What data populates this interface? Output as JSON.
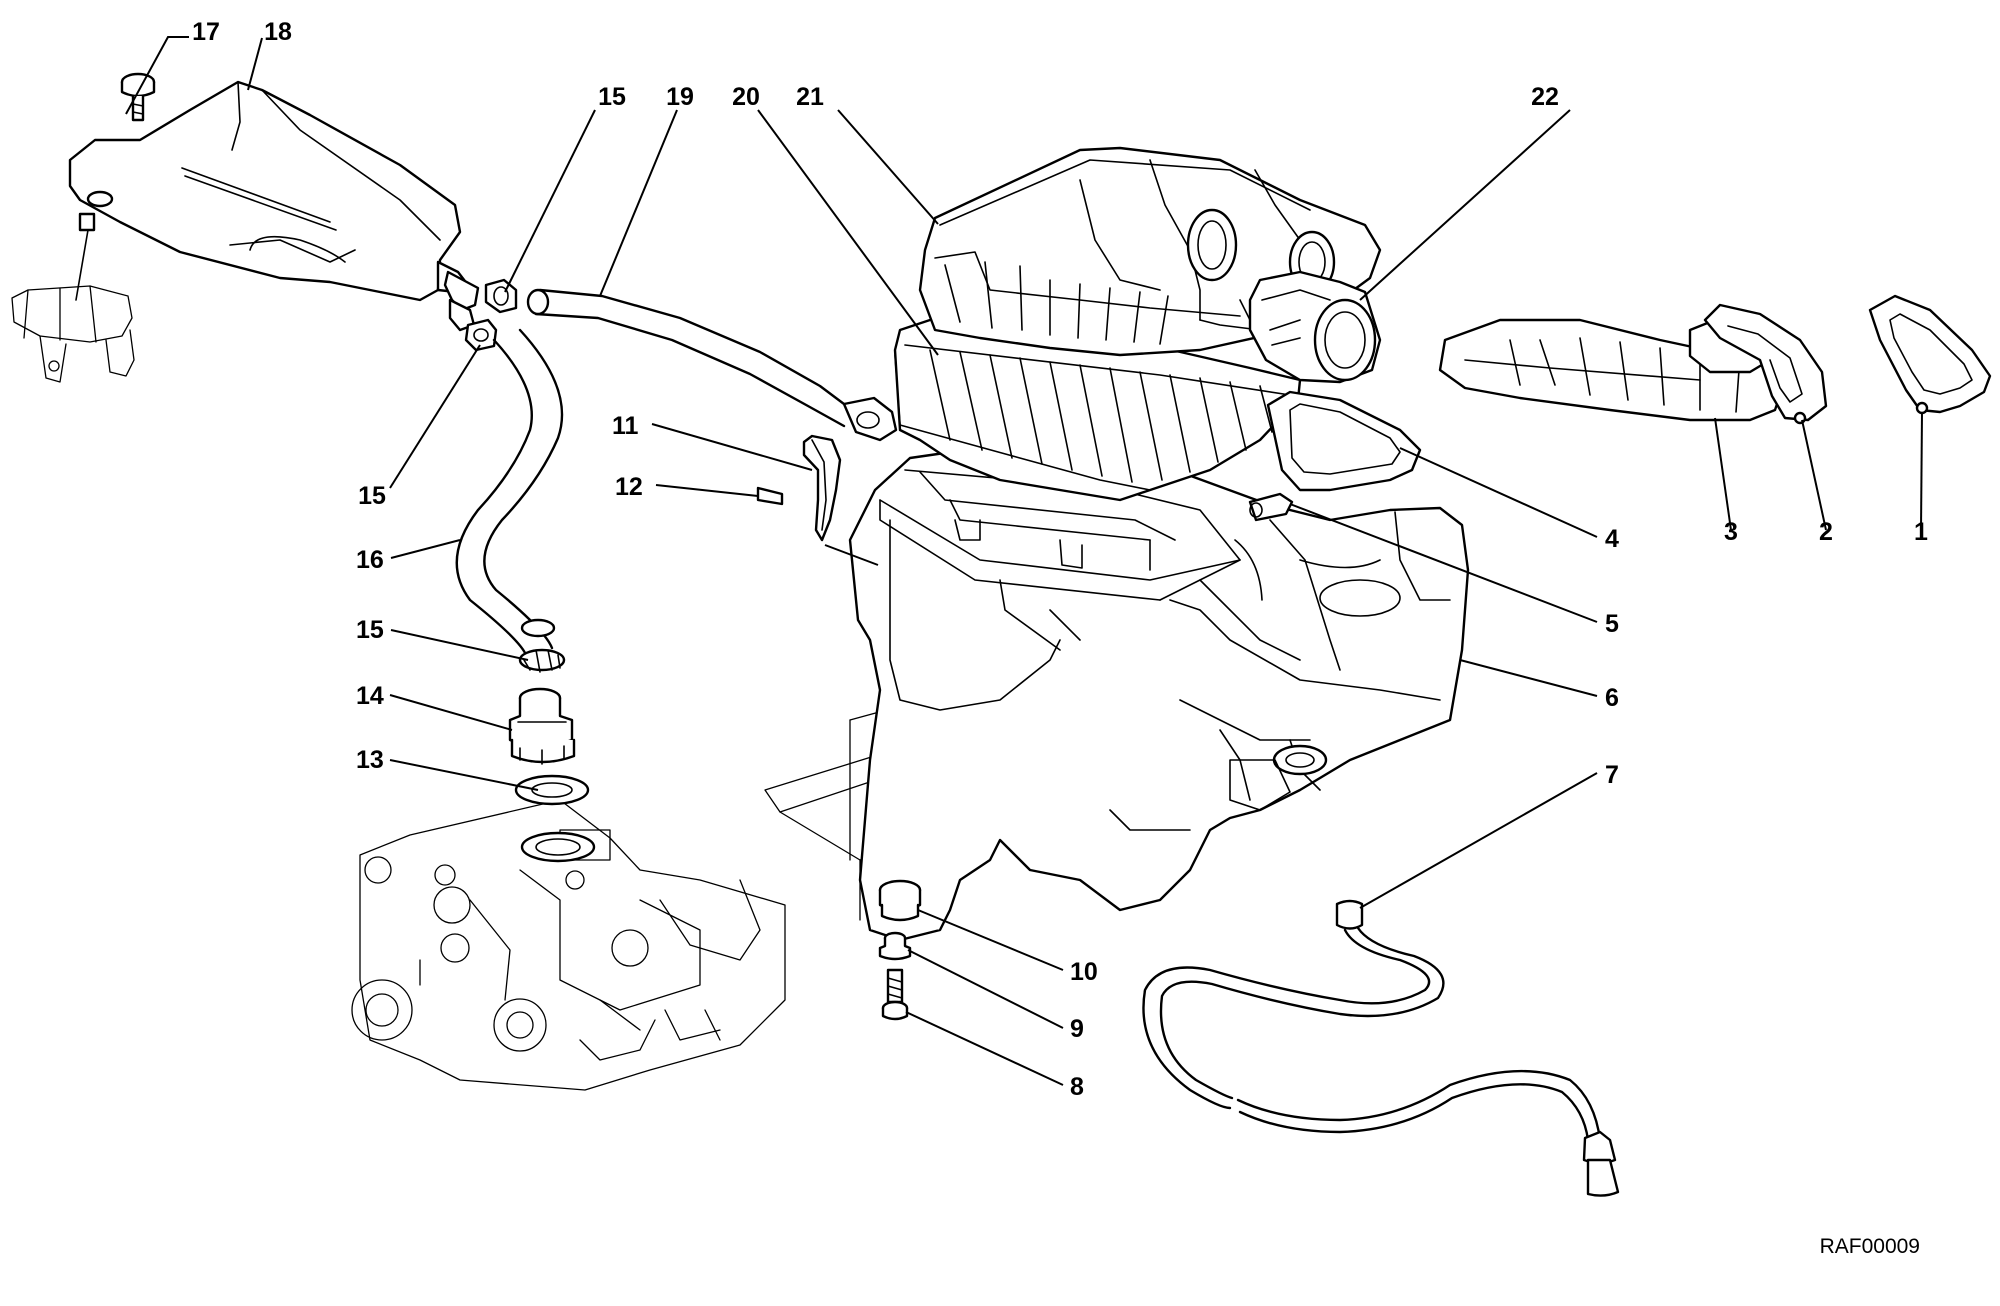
{
  "diagram": {
    "reference_code": "RAF00009",
    "callouts": [
      {
        "id": "c1",
        "label": "1"
      },
      {
        "id": "c2",
        "label": "2"
      },
      {
        "id": "c3",
        "label": "3"
      },
      {
        "id": "c4",
        "label": "4"
      },
      {
        "id": "c5",
        "label": "5"
      },
      {
        "id": "c6",
        "label": "6"
      },
      {
        "id": "c7",
        "label": "7"
      },
      {
        "id": "c8",
        "label": "8"
      },
      {
        "id": "c9",
        "label": "9"
      },
      {
        "id": "c10",
        "label": "10"
      },
      {
        "id": "c11",
        "label": "11"
      },
      {
        "id": "c12",
        "label": "12"
      },
      {
        "id": "c13",
        "label": "13"
      },
      {
        "id": "c14",
        "label": "14"
      },
      {
        "id": "c15a",
        "label": "15"
      },
      {
        "id": "c15b",
        "label": "15"
      },
      {
        "id": "c15c",
        "label": "15"
      },
      {
        "id": "c16",
        "label": "16"
      },
      {
        "id": "c17",
        "label": "17"
      },
      {
        "id": "c18",
        "label": "18"
      },
      {
        "id": "c19",
        "label": "19"
      },
      {
        "id": "c20",
        "label": "20"
      },
      {
        "id": "c21",
        "label": "21"
      },
      {
        "id": "c22",
        "label": "22"
      }
    ]
  }
}
